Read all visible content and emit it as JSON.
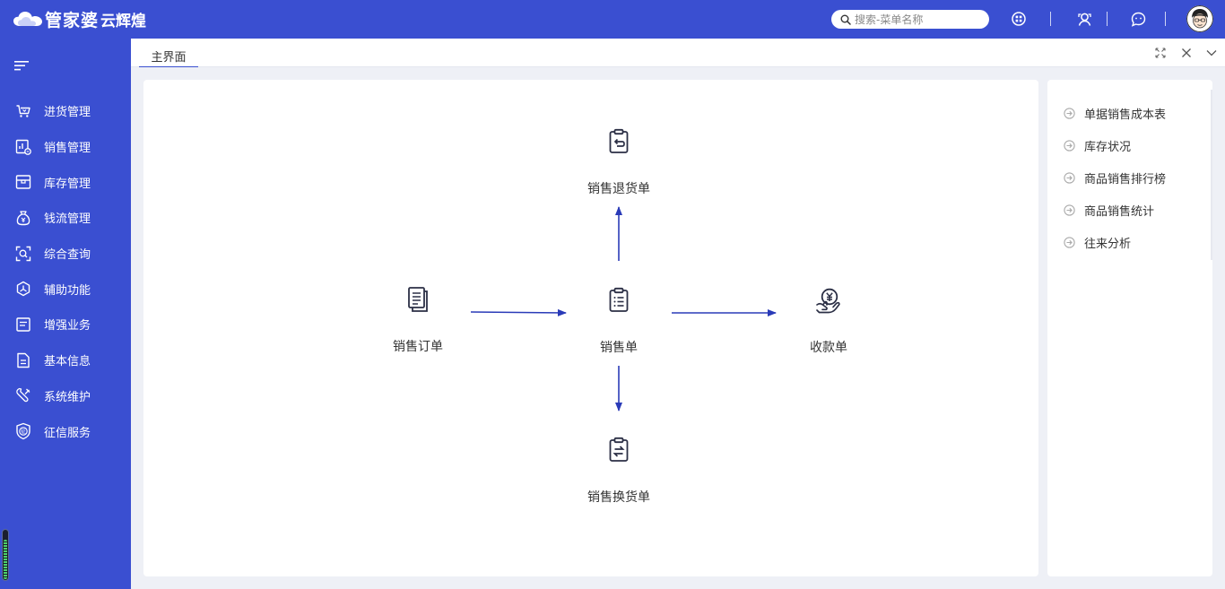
{
  "header": {
    "brand": "管家婆",
    "brand_sub": "云辉煌",
    "search_placeholder": "搜索-菜单名称"
  },
  "sidebar": {
    "items": [
      {
        "label": "进货管理",
        "icon": "cart-icon"
      },
      {
        "label": "销售管理",
        "icon": "sales-chart-icon"
      },
      {
        "label": "库存管理",
        "icon": "box-icon"
      },
      {
        "label": "钱流管理",
        "icon": "money-bag-icon"
      },
      {
        "label": "综合查询",
        "icon": "scan-search-icon"
      },
      {
        "label": "辅助功能",
        "icon": "helper-hex-icon"
      },
      {
        "label": "增强业务",
        "icon": "list-card-icon"
      },
      {
        "label": "基本信息",
        "icon": "document-icon"
      },
      {
        "label": "系统维护",
        "icon": "tools-icon"
      },
      {
        "label": "征信服务",
        "icon": "credit-shield-icon"
      }
    ]
  },
  "tabs": [
    {
      "label": "主界面"
    }
  ],
  "flow": {
    "return_order": "销售退货单",
    "sales_order": "销售订单",
    "sales_doc": "销售单",
    "receipt": "收款单",
    "exchange_order": "销售换货单"
  },
  "quick_links": [
    {
      "label": "单据销售成本表"
    },
    {
      "label": "库存状况"
    },
    {
      "label": "商品销售排行榜"
    },
    {
      "label": "商品销售统计"
    },
    {
      "label": "往来分析"
    }
  ],
  "colors": {
    "primary": "#3a4fd1",
    "arrow": "#2a3bb8",
    "icon_dark": "#2b2f45",
    "background": "#eef0f6"
  }
}
